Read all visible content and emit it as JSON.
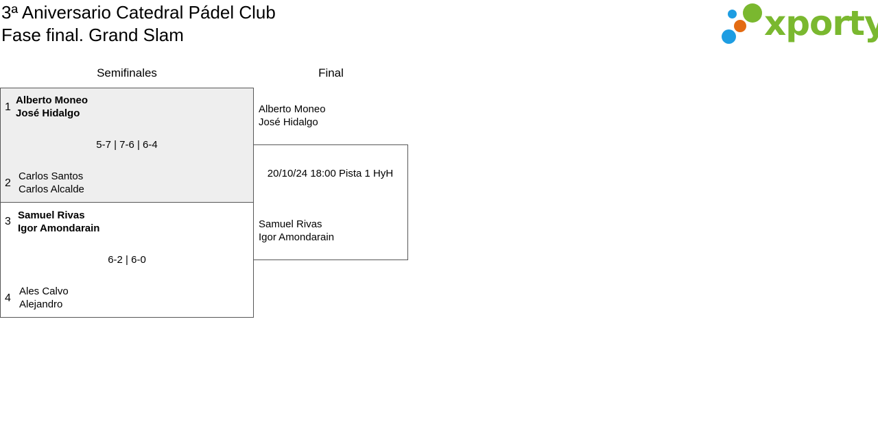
{
  "header": {
    "title_line1": "3ª Aniversario Catedral Pádel Club",
    "title_line2": "Fase final. Grand Slam"
  },
  "logo": {
    "text": "xporty",
    "colors": {
      "green": "#7ab82f",
      "blue": "#1e9de2",
      "orange": "#e36b12"
    }
  },
  "rounds": {
    "semifinals_label": "Semifinales",
    "final_label": "Final"
  },
  "semifinals": [
    {
      "top": {
        "seed": "1",
        "player1": "Alberto Moneo",
        "player2": "José Hidalgo",
        "winner": true
      },
      "bottom": {
        "seed": "2",
        "player1": "Carlos Santos",
        "player2": "Carlos Alcalde",
        "winner": false
      },
      "score": "5-7 | 7-6 | 6-4"
    },
    {
      "top": {
        "seed": "3",
        "player1": "Samuel Rivas",
        "player2": "Igor Amondarain",
        "winner": true
      },
      "bottom": {
        "seed": "4",
        "player1": "Ales Calvo",
        "player2": "Alejandro",
        "winner": false
      },
      "score": "6-2 | 6-0"
    }
  ],
  "final": {
    "top": {
      "player1": "Alberto Moneo",
      "player2": "José Hidalgo"
    },
    "bottom": {
      "player1": "Samuel Rivas",
      "player2": "Igor Amondarain"
    },
    "schedule": "20/10/24 18:00 Pista 1 HyH"
  },
  "colors": {
    "winner_match_bg": "#eeeeee",
    "border": "#555555"
  }
}
